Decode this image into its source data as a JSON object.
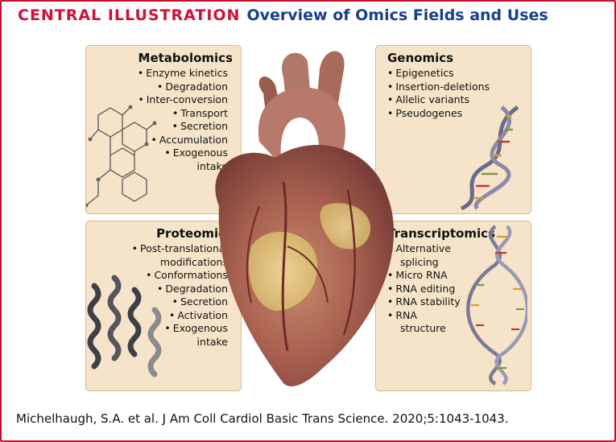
{
  "header": {
    "central": "CENTRAL ILLUSTRATION",
    "title": "Overview of Omics Fields and Uses"
  },
  "panels": {
    "metabolomics": {
      "title": "Metabolomics",
      "items": [
        "Enzyme kinetics",
        "Degradation",
        "Inter-conversion",
        "Transport",
        "Secretion",
        "Accumulation",
        "Exogenous",
        "intake"
      ]
    },
    "genomics": {
      "title": "Genomics",
      "items": [
        "Epigenetics",
        "Insertion-deletions",
        "Allelic variants",
        "Pseudogenes"
      ]
    },
    "proteomics": {
      "title": "Proteomics",
      "items": [
        "Post-translational",
        "modifications",
        "Conformations",
        "Degradation",
        "Secretion",
        "Activation",
        "Exogenous",
        "intake"
      ]
    },
    "transcriptomics": {
      "title": "Transcriptomics",
      "items": [
        "Alternative",
        "splicing",
        "Micro RNA",
        "RNA editing",
        "RNA stability",
        "RNA",
        "structure"
      ]
    }
  },
  "footer": {
    "citation": "Michelhaugh, S.A. et al. J Am Coll Cardiol Basic Trans Science. 2020;5:1043-1043."
  },
  "colors": {
    "accent_red": "#d0103a",
    "title_blue": "#1b3f8f",
    "panel_bg": "#f5e4c9"
  }
}
